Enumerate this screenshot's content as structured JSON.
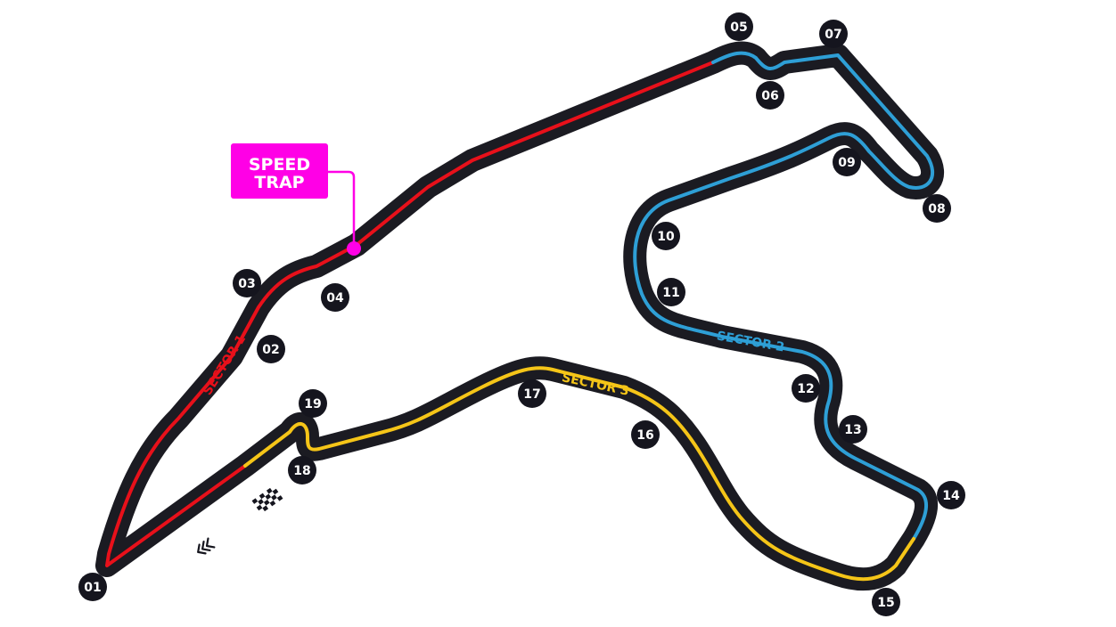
{
  "colors": {
    "track": "#1b1b22",
    "sector_1": "#e8101a",
    "sector_2": "#2e9fd6",
    "sector_3": "#f5c518",
    "speed_trap": "#ff00e6",
    "turn_badge": "#15151e"
  },
  "sectors": {
    "s1": "SECTOR 1",
    "s2": "SECTOR 2",
    "s3": "SECTOR 3"
  },
  "speed_trap": {
    "line1": "SPEED",
    "line2": "TRAP"
  },
  "turns": [
    "01",
    "02",
    "03",
    "04",
    "05",
    "06",
    "07",
    "08",
    "09",
    "10",
    "11",
    "12",
    "13",
    "14",
    "15",
    "16",
    "17",
    "18",
    "19"
  ],
  "icons": {
    "finish": "checkered-flag-icon",
    "direction": "direction-chevrons-icon"
  }
}
